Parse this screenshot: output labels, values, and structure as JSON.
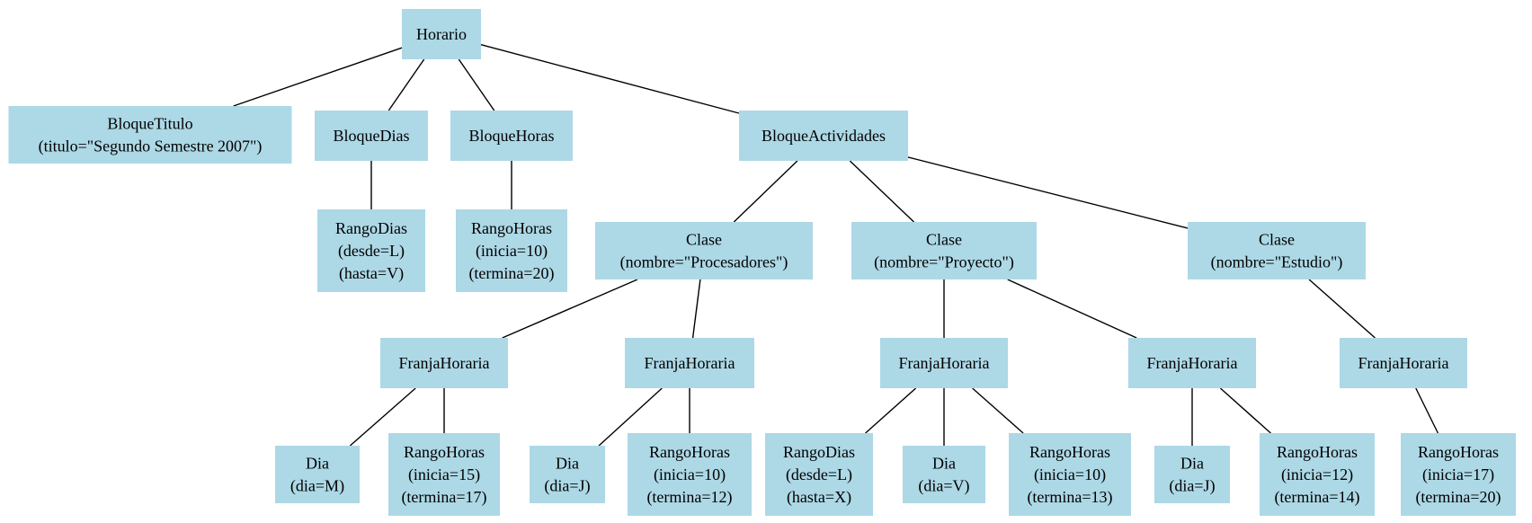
{
  "diagram": {
    "type": "tree",
    "colors": {
      "node_fill": "#add8e6",
      "edge": "#000000",
      "text": "#000000"
    },
    "nodes": {
      "horario": {
        "lines": [
          "Horario"
        ]
      },
      "bloque_titulo": {
        "lines": [
          "BloqueTitulo",
          "(titulo=\"Segundo Semestre 2007\")"
        ]
      },
      "bloque_dias": {
        "lines": [
          "BloqueDias"
        ]
      },
      "bloque_horas": {
        "lines": [
          "BloqueHoras"
        ]
      },
      "bloque_actividades": {
        "lines": [
          "BloqueActividades"
        ]
      },
      "rango_dias_l_v": {
        "lines": [
          "RangoDias",
          "(desde=L)",
          "(hasta=V)"
        ]
      },
      "rango_horas_10_20": {
        "lines": [
          "RangoHoras",
          "(inicia=10)",
          "(termina=20)"
        ]
      },
      "clase_procesadores": {
        "lines": [
          "Clase",
          "(nombre=\"Procesadores\")"
        ]
      },
      "clase_proyecto": {
        "lines": [
          "Clase",
          "(nombre=\"Proyecto\")"
        ]
      },
      "clase_estudio": {
        "lines": [
          "Clase",
          "(nombre=\"Estudio\")"
        ]
      },
      "franja_procesadores_1": {
        "lines": [
          "FranjaHoraria"
        ]
      },
      "franja_procesadores_2": {
        "lines": [
          "FranjaHoraria"
        ]
      },
      "franja_proyecto_1": {
        "lines": [
          "FranjaHoraria"
        ]
      },
      "franja_proyecto_2": {
        "lines": [
          "FranjaHoraria"
        ]
      },
      "franja_estudio_1": {
        "lines": [
          "FranjaHoraria"
        ]
      },
      "dia_m": {
        "lines": [
          "Dia",
          "(dia=M)"
        ]
      },
      "rango_horas_15_17": {
        "lines": [
          "RangoHoras",
          "(inicia=15)",
          "(termina=17)"
        ]
      },
      "dia_j_1": {
        "lines": [
          "Dia",
          "(dia=J)"
        ]
      },
      "rango_horas_10_12": {
        "lines": [
          "RangoHoras",
          "(inicia=10)",
          "(termina=12)"
        ]
      },
      "rango_dias_l_x": {
        "lines": [
          "RangoDias",
          "(desde=L)",
          "(hasta=X)"
        ]
      },
      "dia_v": {
        "lines": [
          "Dia",
          "(dia=V)"
        ]
      },
      "rango_horas_10_13": {
        "lines": [
          "RangoHoras",
          "(inicia=10)",
          "(termina=13)"
        ]
      },
      "dia_j_2": {
        "lines": [
          "Dia",
          "(dia=J)"
        ]
      },
      "rango_horas_12_14": {
        "lines": [
          "RangoHoras",
          "(inicia=12)",
          "(termina=14)"
        ]
      },
      "rango_horas_17_20": {
        "lines": [
          "RangoHoras",
          "(inicia=17)",
          "(termina=20)"
        ]
      }
    },
    "edges": [
      [
        "horario",
        "bloque_titulo"
      ],
      [
        "horario",
        "bloque_dias"
      ],
      [
        "horario",
        "bloque_horas"
      ],
      [
        "horario",
        "bloque_actividades"
      ],
      [
        "bloque_dias",
        "rango_dias_l_v"
      ],
      [
        "bloque_horas",
        "rango_horas_10_20"
      ],
      [
        "bloque_actividades",
        "clase_procesadores"
      ],
      [
        "bloque_actividades",
        "clase_proyecto"
      ],
      [
        "bloque_actividades",
        "clase_estudio"
      ],
      [
        "clase_procesadores",
        "franja_procesadores_1"
      ],
      [
        "clase_procesadores",
        "franja_procesadores_2"
      ],
      [
        "clase_proyecto",
        "franja_proyecto_1"
      ],
      [
        "clase_proyecto",
        "franja_proyecto_2"
      ],
      [
        "clase_estudio",
        "franja_estudio_1"
      ],
      [
        "franja_procesadores_1",
        "dia_m"
      ],
      [
        "franja_procesadores_1",
        "rango_horas_15_17"
      ],
      [
        "franja_procesadores_2",
        "dia_j_1"
      ],
      [
        "franja_procesadores_2",
        "rango_horas_10_12"
      ],
      [
        "franja_proyecto_1",
        "rango_dias_l_x"
      ],
      [
        "franja_proyecto_1",
        "dia_v"
      ],
      [
        "franja_proyecto_1",
        "rango_horas_10_13"
      ],
      [
        "franja_proyecto_2",
        "dia_j_2"
      ],
      [
        "franja_proyecto_2",
        "rango_horas_12_14"
      ],
      [
        "franja_estudio_1",
        "rango_horas_17_20"
      ]
    ]
  }
}
